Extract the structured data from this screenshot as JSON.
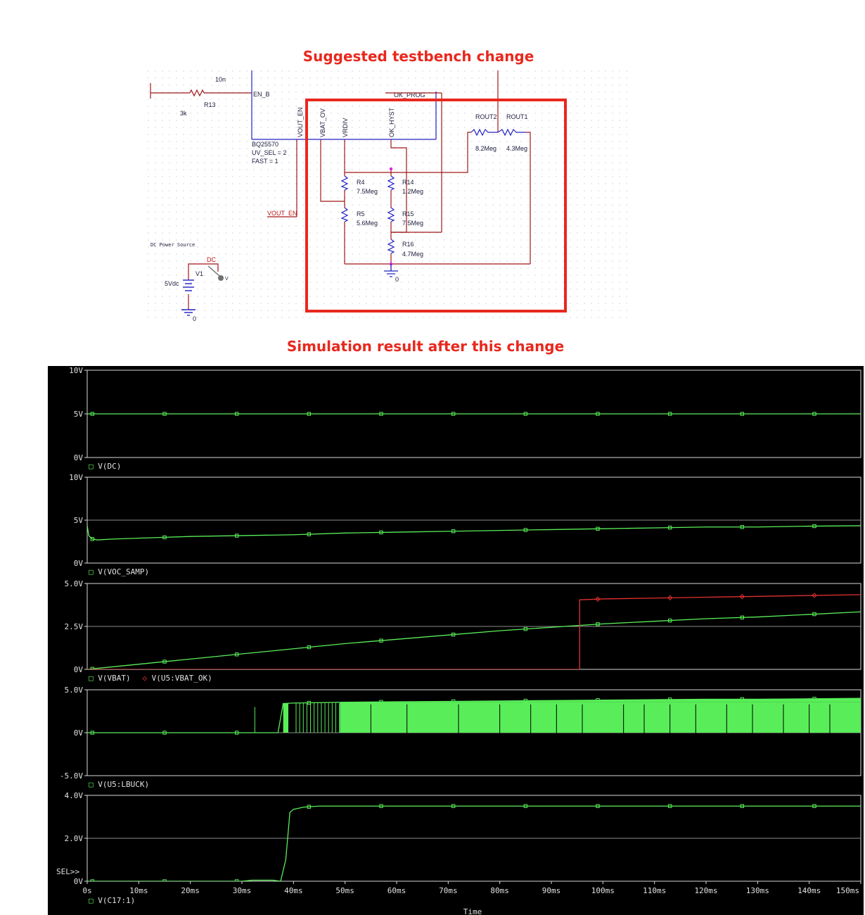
{
  "headings": {
    "testbench": "Suggested testbench change",
    "simulation": "Simulation result after this change"
  },
  "schematic": {
    "cap_value": "10n",
    "r13_name": "R13",
    "r13_value": "3k",
    "pins": {
      "en_b": "EN_B",
      "vout_en": "VOUT_EN",
      "vbat_ov": "VBAT_OV",
      "vrdiv": "VRDIV",
      "ok_hyst": "OK_HYST",
      "ok_prog": "OK_PROG"
    },
    "ic_name": "BQ25570",
    "ic_param1": "UV_SEL = 2",
    "ic_param2": "FAST = 1",
    "vout_en_label": "VOUT_EN",
    "resistors": [
      {
        "name": "R4",
        "value": "7.5Meg"
      },
      {
        "name": "R5",
        "value": "5.6Meg"
      },
      {
        "name": "R14",
        "value": "1.2Meg"
      },
      {
        "name": "R15",
        "value": "7.5Meg"
      },
      {
        "name": "R16",
        "value": "4.7Meg"
      },
      {
        "name": "ROUT2",
        "value": "8.2Meg"
      },
      {
        "name": "ROUT1",
        "value": "4.3Meg"
      }
    ],
    "ground_label": "0",
    "source_title": "DC Power Source",
    "source_net": "DC",
    "source_name": "V1",
    "source_value": "5Vdc",
    "source_ground": "0",
    "probe_label": "V",
    "highlight_color": "#e8281e"
  },
  "chart_data": {
    "type": "line",
    "xlabel": "Time",
    "xunit": "ms",
    "xlim": [
      0,
      150
    ],
    "x_ticks": [
      "0s",
      "10ms",
      "20ms",
      "30ms",
      "40ms",
      "50ms",
      "60ms",
      "70ms",
      "80ms",
      "90ms",
      "100ms",
      "110ms",
      "120ms",
      "130ms",
      "140ms",
      "150ms"
    ],
    "sel_marker": "SEL>>",
    "colors": {
      "background": "#000000",
      "green": "#59ee59",
      "red": "#e03030",
      "grid": "#d8d8d8"
    },
    "panels": [
      {
        "ylim": [
          0,
          10
        ],
        "y_ticks": [
          {
            "v": 0,
            "label": "0V"
          },
          {
            "v": 5,
            "label": "5V"
          },
          {
            "v": 10,
            "label": "10V"
          }
        ],
        "series": [
          {
            "name": "V(DC)",
            "color": "green",
            "marker": "square",
            "x": [
              0,
              150
            ],
            "y": [
              5,
              5
            ]
          }
        ]
      },
      {
        "ylim": [
          0,
          10
        ],
        "y_ticks": [
          {
            "v": 0,
            "label": "0V"
          },
          {
            "v": 5,
            "label": "5V"
          },
          {
            "v": 10,
            "label": "10V"
          }
        ],
        "series": [
          {
            "name": "V(VOC_SAMP)",
            "color": "green",
            "marker": "square",
            "x": [
              0,
              0.3,
              1,
              2,
              5,
              10,
              15,
              20,
              30,
              40,
              50,
              60,
              70,
              80,
              90,
              100,
              110,
              120,
              130,
              140,
              150
            ],
            "y": [
              4.4,
              3.2,
              2.8,
              2.7,
              2.8,
              2.9,
              3.0,
              3.1,
              3.2,
              3.3,
              3.5,
              3.6,
              3.7,
              3.8,
              3.9,
              4.0,
              4.1,
              4.2,
              4.2,
              4.3,
              4.35
            ]
          }
        ]
      },
      {
        "ylim": [
          0,
          5
        ],
        "y_ticks": [
          {
            "v": 0,
            "label": "0V"
          },
          {
            "v": 2.5,
            "label": "2.5V"
          },
          {
            "v": 5,
            "label": "5.0V"
          }
        ],
        "series": [
          {
            "name": "V(VBAT)",
            "color": "green",
            "marker": "square",
            "x": [
              0,
              10,
              20,
              30,
              40,
              50,
              60,
              70,
              80,
              90,
              100,
              110,
              120,
              130,
              140,
              150
            ],
            "y": [
              0,
              0.3,
              0.6,
              0.9,
              1.2,
              1.5,
              1.75,
              2.0,
              2.25,
              2.45,
              2.65,
              2.8,
              2.95,
              3.05,
              3.2,
              3.35
            ]
          },
          {
            "name": "V(U5:VBAT_OK)",
            "color": "red",
            "marker": "diamond",
            "x": [
              0,
              95.5,
              95.5,
              100,
              110,
              120,
              130,
              140,
              150
            ],
            "y": [
              0,
              0,
              4.05,
              4.1,
              4.15,
              4.2,
              4.25,
              4.3,
              4.35
            ]
          }
        ]
      },
      {
        "ylim": [
          -5,
          5
        ],
        "y_ticks": [
          {
            "v": -5,
            "label": "-5.0V"
          },
          {
            "v": 0,
            "label": "0V"
          },
          {
            "v": 5,
            "label": "5.0V"
          }
        ],
        "series": [
          {
            "name": "V(U5:LBUCK)",
            "color": "green",
            "marker": "square",
            "x": [
              0,
              37,
              38,
              40,
              50,
              60,
              70,
              80,
              90,
              100,
              110,
              120,
              130,
              140,
              150
            ],
            "y": [
              0,
              0,
              3.4,
              3.45,
              3.55,
              3.6,
              3.65,
              3.7,
              3.75,
              3.8,
              3.85,
              3.9,
              3.9,
              3.95,
              4.0
            ]
          }
        ]
      },
      {
        "ylim": [
          0,
          4
        ],
        "y_ticks": [
          {
            "v": 0,
            "label": "0V"
          },
          {
            "v": 2,
            "label": "2.0V"
          },
          {
            "v": 4,
            "label": "4.0V"
          }
        ],
        "series": [
          {
            "name": "V(C17:1)",
            "color": "green",
            "marker": "square",
            "x": [
              0,
              30,
              32,
              36,
              37.5,
              38.5,
              39.3,
              40,
              42,
              45,
              50,
              60,
              70,
              80,
              90,
              100,
              110,
              120,
              130,
              140,
              150
            ],
            "y": [
              0,
              0,
              0.05,
              0.05,
              0,
              1.0,
              3.2,
              3.35,
              3.45,
              3.5,
              3.5,
              3.5,
              3.5,
              3.5,
              3.5,
              3.5,
              3.5,
              3.5,
              3.5,
              3.5,
              3.5
            ]
          }
        ]
      }
    ]
  }
}
